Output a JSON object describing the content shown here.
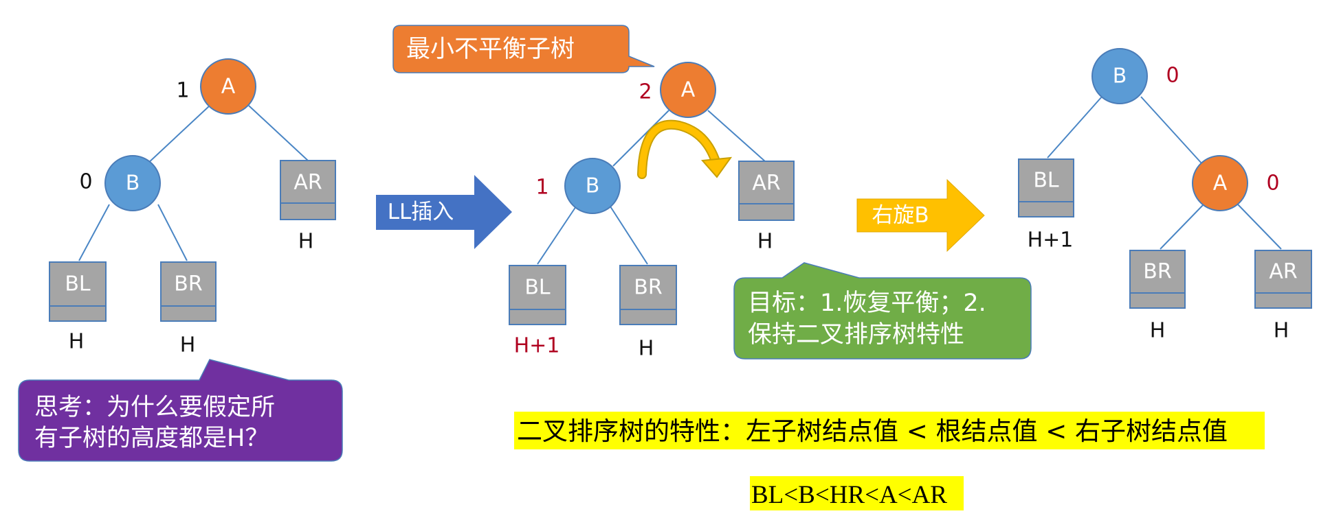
{
  "colors": {
    "orange_node": "#ED7D31",
    "blue_node": "#5B9BD5",
    "subtree_gray": "#A5A5A5",
    "edge": "#4A86C5",
    "balance_black": "#111111",
    "balance_red": "#B00020",
    "arrow_blue": "#4472C4",
    "arrow_yellow": "#FFC000",
    "callout_orange": "#ED7D31",
    "callout_green": "#70AD47",
    "callout_purple": "#7030A0",
    "highlight_yellow": "#FFFF00"
  },
  "tree_before": {
    "node_a": "A",
    "balance_a": "1",
    "node_b": "B",
    "balance_b": "0",
    "sub_ar": "AR",
    "height_ar": "H",
    "sub_bl": "BL",
    "height_bl": "H",
    "sub_br": "BR",
    "height_br": "H"
  },
  "insert_arrow_label": "LL插入",
  "tree_mid": {
    "node_a": "A",
    "balance_a": "2",
    "node_b": "B",
    "balance_b": "1",
    "sub_ar": "AR",
    "height_ar": "H",
    "sub_bl": "BL",
    "height_bl": "H+1",
    "sub_br": "BR",
    "height_br": "H"
  },
  "rotate_arrow_label": "右旋B",
  "tree_after": {
    "node_b": "B",
    "balance_b": "0",
    "node_a": "A",
    "balance_a": "0",
    "sub_bl": "BL",
    "height_bl": "H+1",
    "sub_br": "BR",
    "height_br": "H",
    "sub_ar": "AR",
    "height_ar": "H"
  },
  "callouts": {
    "min_unbalanced": "最小不平衡子树",
    "goal_line1": "目标：1.恢复平衡；2.",
    "goal_line2": "保持二叉排序树特性",
    "think_line1": "思考：为什么要假定所",
    "think_line2": "有子树的高度都是H？"
  },
  "property_text": "二叉排序树的特性：左子树结点值 < 根结点值 < 右子树结点值",
  "order_text": "BL<B<HR<A<AR"
}
